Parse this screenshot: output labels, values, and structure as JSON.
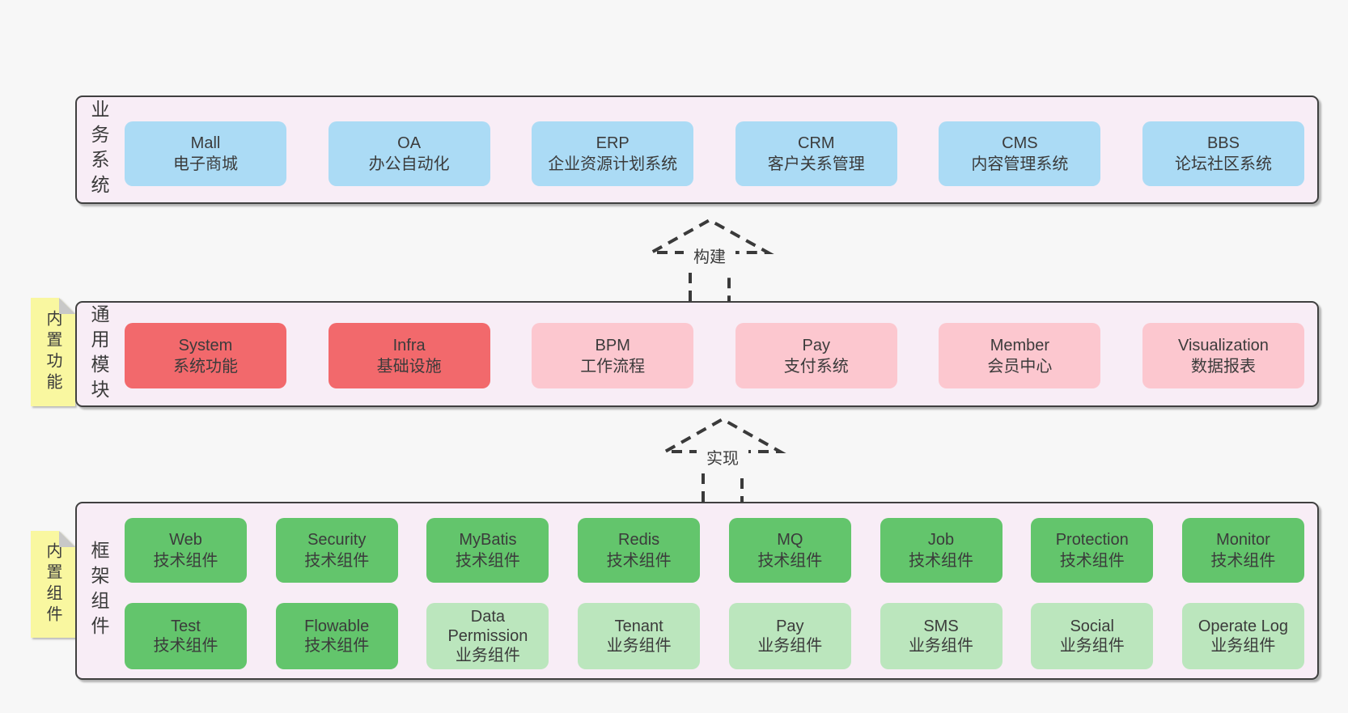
{
  "diagram": {
    "background": "#f7f7f7",
    "colors": {
      "band_background": "#f8edf6",
      "band_border": "#404040",
      "business_blue": "#abdbf5",
      "module_red": "#f2696c",
      "module_pink": "#fcc7cf",
      "component_green": "#63c56c",
      "component_light_green": "#bbe6bd",
      "sticky_yellow": "#f9f7a0",
      "sticky_fold_gray": "#c8c8c8",
      "text": "#3b3b3b"
    },
    "arrows": [
      {
        "label": "构建"
      },
      {
        "label": "实现"
      }
    ],
    "bands": [
      {
        "label": "业务系统",
        "items": [
          {
            "title": "Mall",
            "subtitle": "电子商城"
          },
          {
            "title": "OA",
            "subtitle": "办公自动化"
          },
          {
            "title": "ERP",
            "subtitle": "企业资源计划系统"
          },
          {
            "title": "CRM",
            "subtitle": "客户关系管理"
          },
          {
            "title": "CMS",
            "subtitle": "内容管理系统"
          },
          {
            "title": "BBS",
            "subtitle": "论坛社区系统"
          }
        ]
      },
      {
        "label": "通用模块",
        "sticky": "内置功能",
        "items": [
          {
            "title": "System",
            "subtitle": "系统功能"
          },
          {
            "title": "Infra",
            "subtitle": "基础设施"
          },
          {
            "title": "BPM",
            "subtitle": "工作流程"
          },
          {
            "title": "Pay",
            "subtitle": "支付系统"
          },
          {
            "title": "Member",
            "subtitle": "会员中心"
          },
          {
            "title": "Visualization",
            "subtitle": "数据报表"
          }
        ]
      },
      {
        "label": "框架组件",
        "sticky": "内置组件",
        "rows": [
          [
            {
              "title": "Web",
              "subtitle": "技术组件"
            },
            {
              "title": "Security",
              "subtitle": "技术组件"
            },
            {
              "title": "MyBatis",
              "subtitle": "技术组件"
            },
            {
              "title": "Redis",
              "subtitle": "技术组件"
            },
            {
              "title": "MQ",
              "subtitle": "技术组件"
            },
            {
              "title": "Job",
              "subtitle": "技术组件"
            },
            {
              "title": "Protection",
              "subtitle": "技术组件"
            },
            {
              "title": "Monitor",
              "subtitle": "技术组件"
            }
          ],
          [
            {
              "title": "Test",
              "subtitle": "技术组件"
            },
            {
              "title": "Flowable",
              "subtitle": "技术组件"
            },
            {
              "title": "Data Permission",
              "subtitle": "业务组件"
            },
            {
              "title": "Tenant",
              "subtitle": "业务组件"
            },
            {
              "title": "Pay",
              "subtitle": "业务组件"
            },
            {
              "title": "SMS",
              "subtitle": "业务组件"
            },
            {
              "title": "Social",
              "subtitle": "业务组件"
            },
            {
              "title": "Operate Log",
              "subtitle": "业务组件"
            }
          ]
        ]
      }
    ]
  }
}
